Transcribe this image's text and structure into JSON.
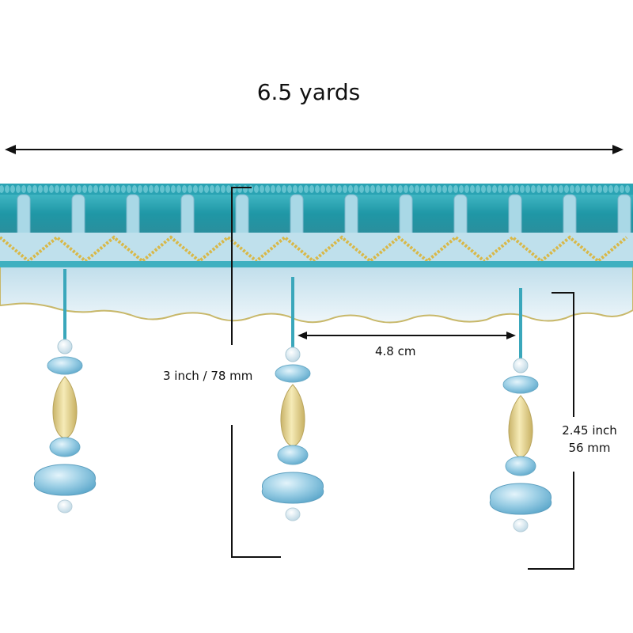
{
  "product": {
    "length_label": "6.5 yards",
    "height_label": "3  inch / 78 mm",
    "spacing_label": "4.8 cm",
    "drop_label_in": "2.45 inch",
    "drop_label_mm": "56 mm"
  },
  "colors": {
    "trim_teal": "#2e9fae",
    "velvet": "#1f97a6",
    "gold_thread": "#d8b848",
    "organza": "#d7e9f2",
    "bead_blue": "#8fc6e0",
    "bead_yellow": "#e7d594"
  }
}
